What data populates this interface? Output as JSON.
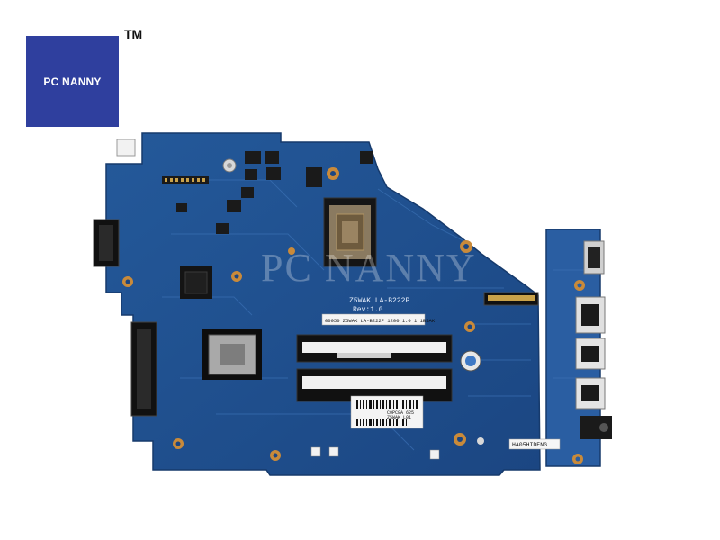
{
  "brand": {
    "name": "PC NANNY",
    "trademark": "TM",
    "box_color": "#2f3f9e"
  },
  "board": {
    "model": "Z5WAK LA-B222P",
    "revision": "Rev:1.0",
    "sticker_1": "00950 Z5WAK LA-B222P 1200 1.0 1 1B5AK",
    "sticker_2": "C0PC8A 625",
    "sticker_3": "Z5WAK L01",
    "sticker_4": "HA05HIDENG",
    "watermark": "PC NANNY",
    "pcb_color": "#1f4f8e"
  }
}
